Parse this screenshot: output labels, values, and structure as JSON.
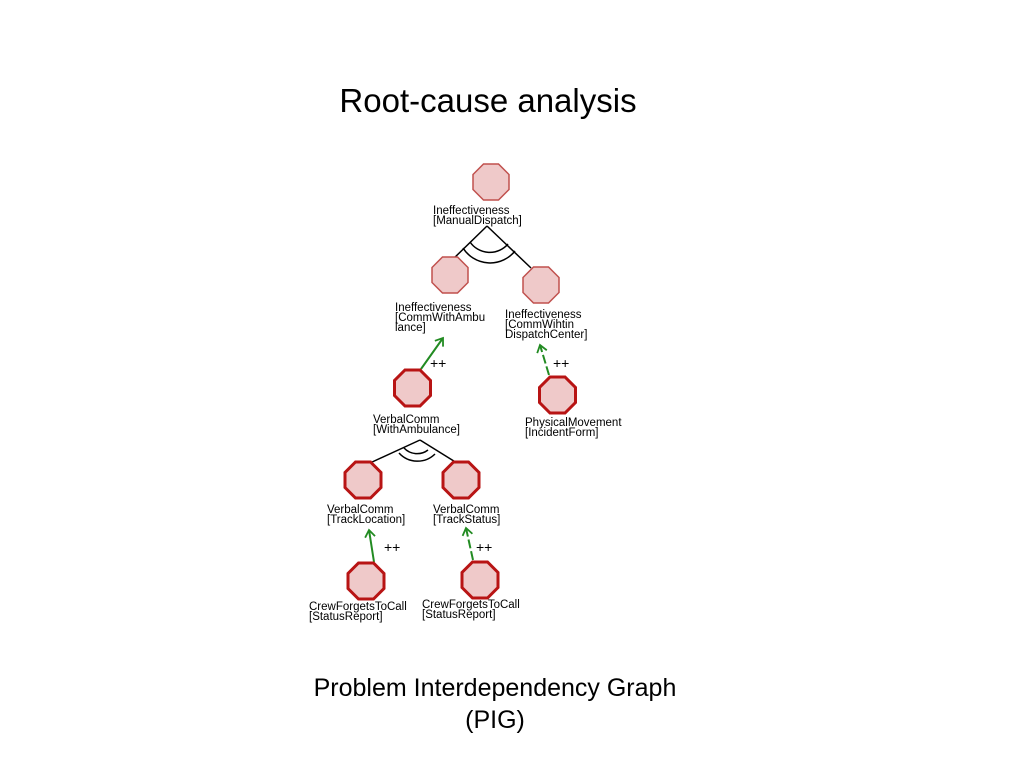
{
  "title": "Root-cause analysis",
  "caption": {
    "line1": "Problem Interdependency Graph",
    "line2": "(PIG)"
  },
  "colors": {
    "node_fill": "#efc9c9",
    "node_stroke_thin": "#c0504d",
    "node_stroke_thick": "#b81414",
    "arrow": "#228b22"
  },
  "nodes": {
    "manual_dispatch": {
      "line1": "Ineffectiveness",
      "line2": "[ManualDispatch]",
      "line3": ""
    },
    "comm_with_ambulance": {
      "line1": "Ineffectiveness",
      "line2": "[CommWithAmbu",
      "line3": "lance]"
    },
    "comm_within_dispatch": {
      "line1": "Ineffectiveness",
      "line2": "[CommWihtin",
      "line3": "DispatchCenter]"
    },
    "verbal_with_ambulance": {
      "line1": "VerbalComm",
      "line2": "[WithAmbulance]"
    },
    "physical_movement": {
      "line1": "PhysicalMovement",
      "line2": "[IncidentForm]"
    },
    "verbal_track_location": {
      "line1": "VerbalComm",
      "line2": "[TrackLocation]"
    },
    "verbal_track_status": {
      "line1": "VerbalComm",
      "line2": "[TrackStatus]"
    },
    "crew_forgets_1": {
      "line1": "CrewForgetsToCall",
      "line2": "[StatusReport]"
    },
    "crew_forgets_2": {
      "line1": "CrewForgetsToCall",
      "line2": "[StatusReport]"
    }
  },
  "edges": {
    "e1": "++",
    "e2": "++",
    "e3": "++",
    "e4": "++"
  }
}
